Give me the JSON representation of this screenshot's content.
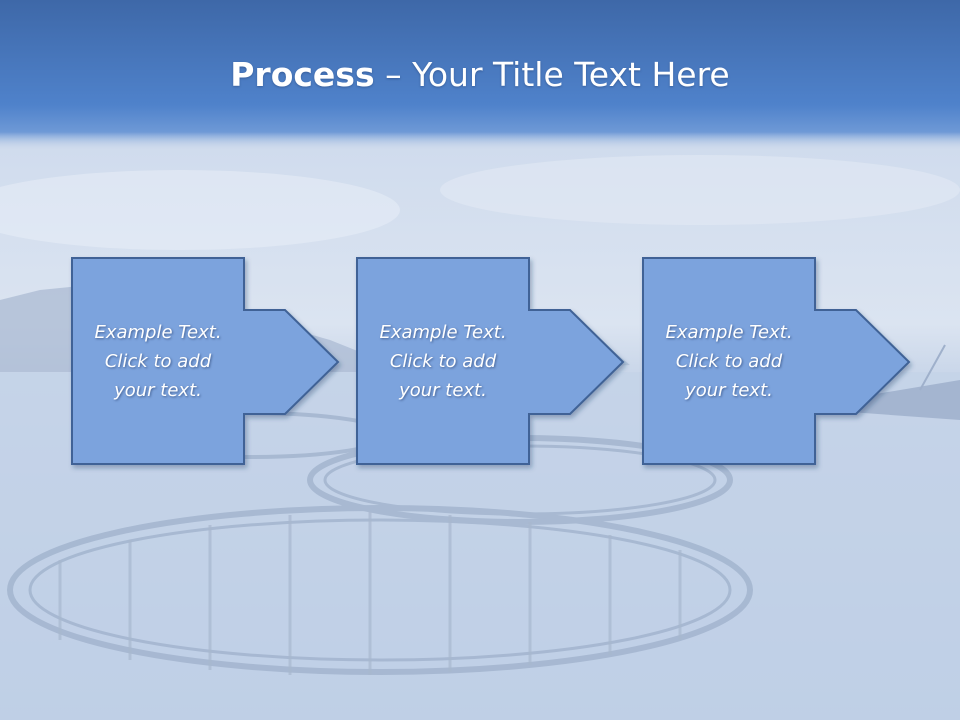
{
  "slide": {
    "title_bold": "Process",
    "title_dash": "–",
    "title_rest": "Your Title Text Here"
  },
  "colors": {
    "title_band": "#4a7cc4",
    "box_fill": "#7ba3dd",
    "box_stroke": "#3f6296",
    "text": "#ffffff"
  },
  "steps": [
    {
      "text": "Example Text.\nClick  to add\nyour text."
    },
    {
      "text": "Example Text.\nClick  to add\nyour text."
    },
    {
      "text": "Example Text.\nClick  to add\nyour text."
    }
  ]
}
